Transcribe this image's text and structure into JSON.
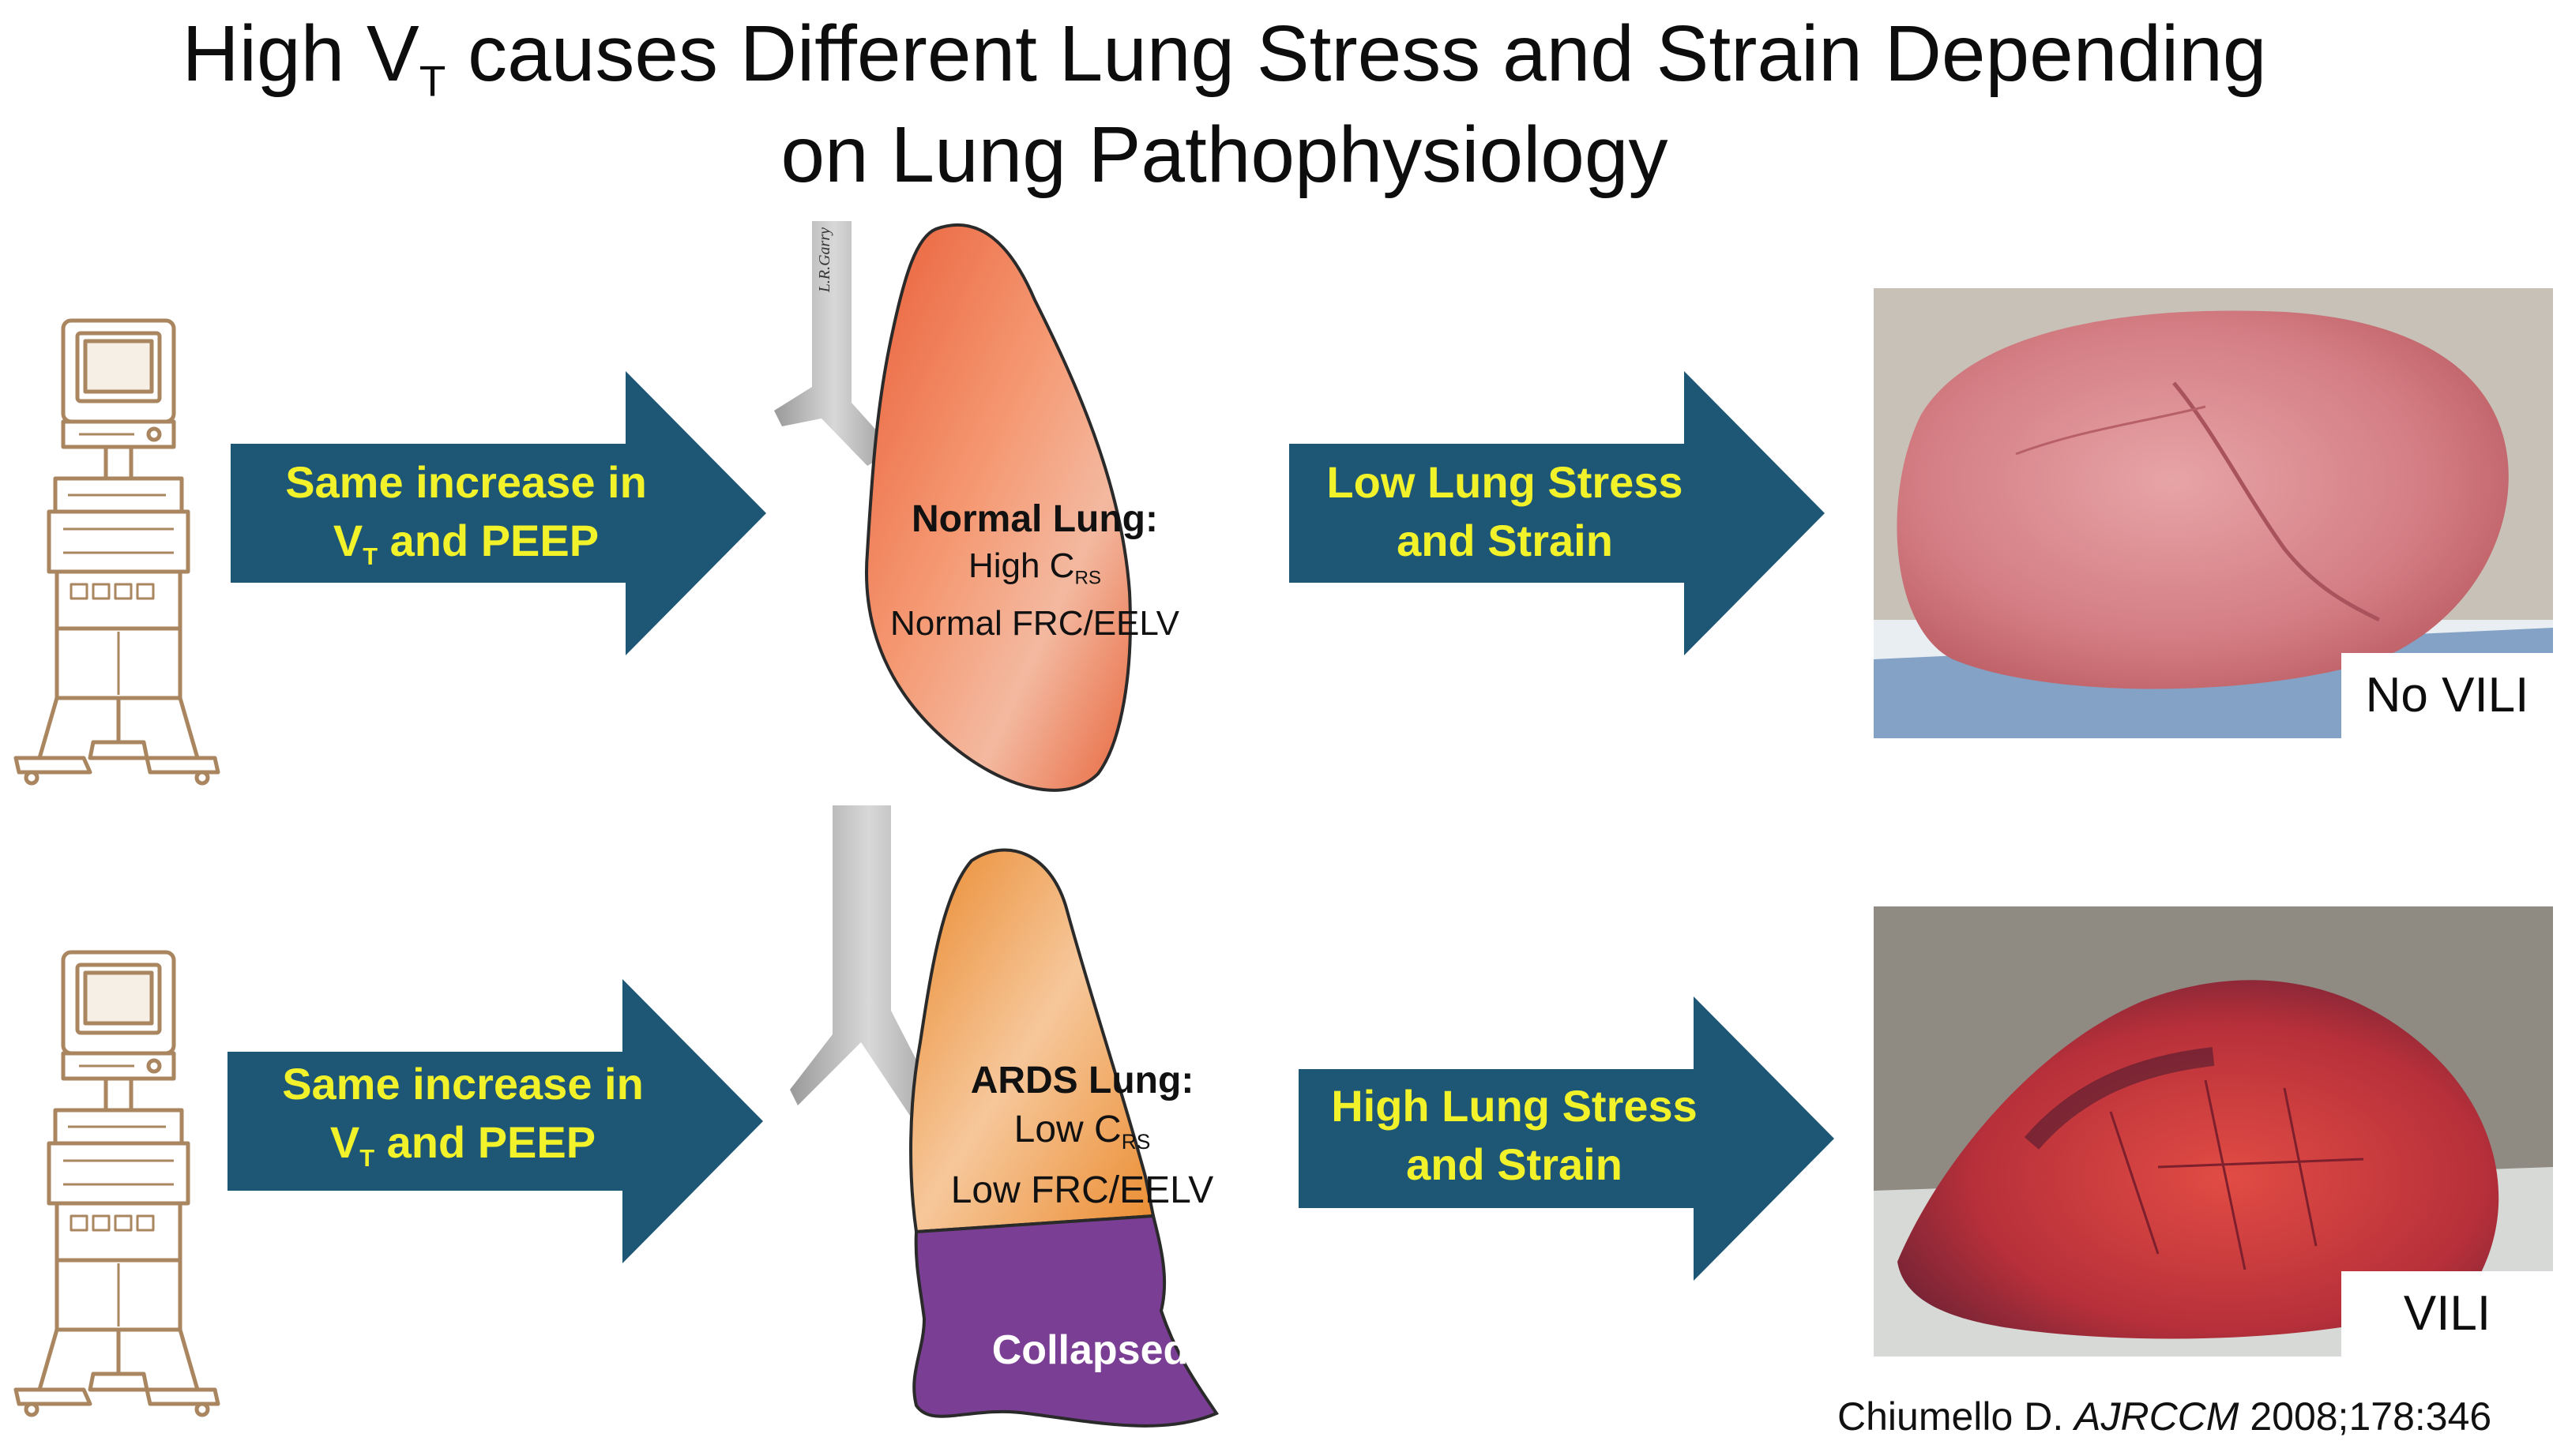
{
  "title": {
    "line1_prefix": "High V",
    "line1_sub": "T",
    "line1_suffix": " causes Different Lung Stress and Strain Depending",
    "line2": "on Lung Pathophysiology"
  },
  "top_row": {
    "input_arrow": {
      "line1": "Same increase in",
      "line2_prefix": "V",
      "line2_sub": "T",
      "line2_suffix": " and PEEP"
    },
    "lung": {
      "heading": "Normal Lung:",
      "line2_prefix": "High C",
      "line2_sub": "RS",
      "line3": "Normal FRC/EELV",
      "artist_signature": "L.R.Garry"
    },
    "output_arrow": {
      "line1": "Low Lung Stress",
      "line2": "and Strain"
    },
    "photo_label": "No VILI"
  },
  "bottom_row": {
    "input_arrow": {
      "line1": "Same increase in",
      "line2_prefix": "V",
      "line2_sub": "T",
      "line2_suffix": " and PEEP"
    },
    "lung": {
      "heading": "ARDS Lung:",
      "line2_prefix": "Low C",
      "line2_sub": "RS",
      "line3": "Low FRC/EELV",
      "collapsed_label": "Collapsed"
    },
    "output_arrow": {
      "line1": "High Lung Stress",
      "line2": "and Strain"
    },
    "photo_label": "VILI"
  },
  "citation": {
    "author": "Chiumello D. ",
    "journal": "AJRCCM",
    "ref": " 2008;178:346"
  },
  "colors": {
    "arrow_fill": "#1d5775",
    "arrow_text": "#f2f22a",
    "normal_lung": "#ef7a4c",
    "ards_lung": "#ec9440",
    "collapsed": "#7a3f94",
    "ventilator_line": "#a9865f",
    "trachea": "#9c9c9c"
  },
  "icons": [
    "ventilator-icon",
    "lung-illustration",
    "lung-photo"
  ]
}
